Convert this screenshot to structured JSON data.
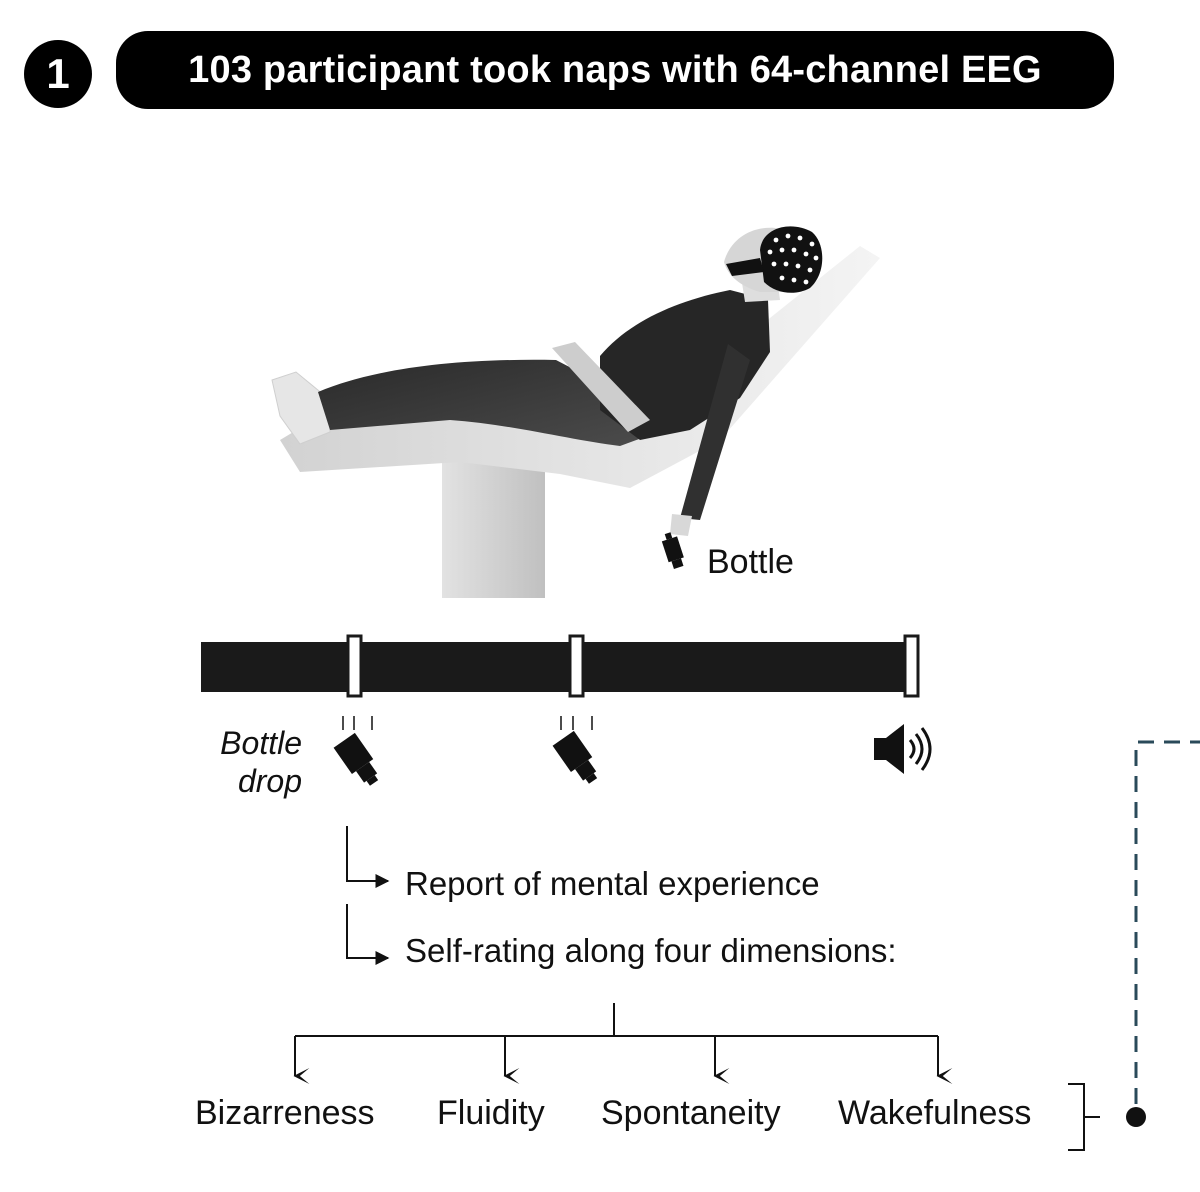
{
  "step": {
    "number": "1"
  },
  "title": "103 participant took naps with 64-channel EEG",
  "figure": {
    "bottle_label": "Bottle",
    "timeline": {
      "drop_label_line1": "Bottle",
      "drop_label_line2": "drop"
    },
    "procedure": {
      "report": "Report of mental experience",
      "rating": "Self-rating along four dimensions:"
    },
    "dimensions": [
      "Bizarreness",
      "Fluidity",
      "Spontaneity",
      "Wakefulness"
    ]
  },
  "icons": [
    "eeg-cap-icon",
    "bottle-icon",
    "speaker-icon"
  ],
  "colors": {
    "dark": "#1a1a1a",
    "connector": "#2a4a5a"
  }
}
